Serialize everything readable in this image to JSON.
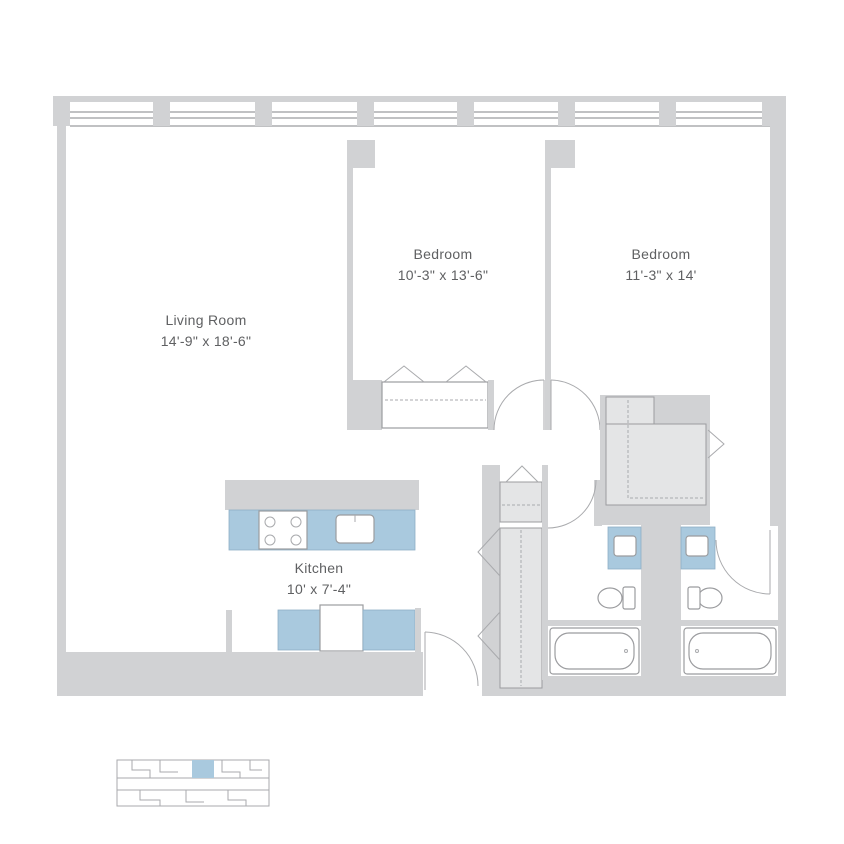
{
  "rooms": {
    "living_room": {
      "name": "Living Room",
      "size": "14'-9\" x 18'-6\""
    },
    "bedroom_1": {
      "name": "Bedroom",
      "size": "10'-3\" x 13'-6\""
    },
    "bedroom_2": {
      "name": "Bedroom",
      "size": "11'-3\" x 14'"
    },
    "kitchen": {
      "name": "Kitchen",
      "size": "10' x 7'-4\""
    }
  },
  "colors": {
    "wall": "#d1d2d4",
    "fixture_blue": "#a9c9de",
    "label_text": "#5f6062",
    "key_plan_highlight": "#a9c9de"
  }
}
